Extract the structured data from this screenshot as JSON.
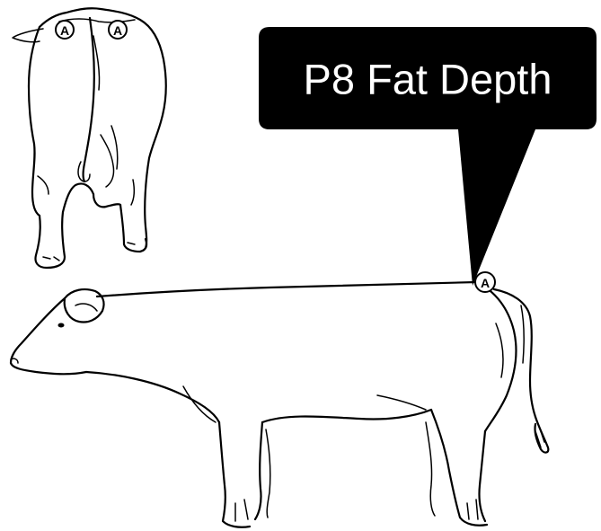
{
  "callout": {
    "label": "P8 Fat Depth",
    "background": "#000000",
    "text_color": "#ffffff"
  },
  "markers": {
    "rear_left_label": "A",
    "rear_right_label": "A",
    "side_label": "A"
  },
  "figures": {
    "rear_view": "cow-rear-view-outline",
    "side_view": "cow-side-view-outline"
  }
}
